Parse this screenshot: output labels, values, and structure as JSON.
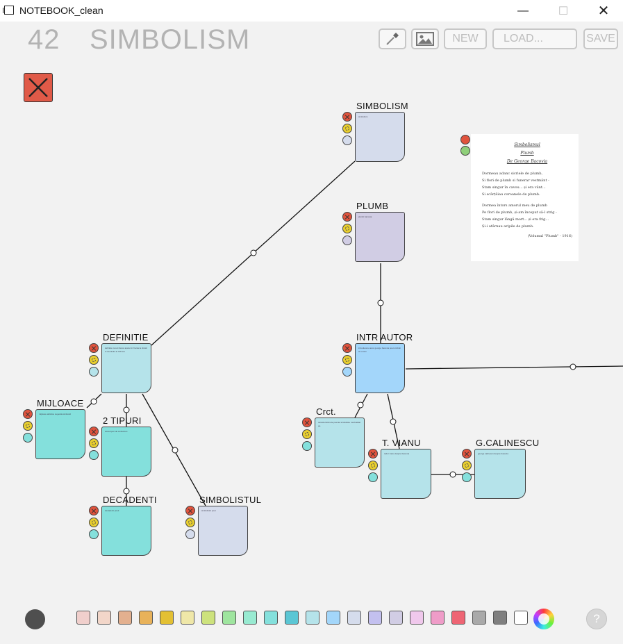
{
  "window": {
    "title": "NOTEBOOK_clean",
    "minimize": "—",
    "maximize": "☐",
    "close": "✕"
  },
  "header": {
    "page_number": "42",
    "page_title": "SIMBOLISM"
  },
  "toolbar": {
    "eyedropper_icon": "eyedropper-icon",
    "image_icon": "image-icon",
    "new_label": "NEW",
    "load_label": "LOAD...",
    "save_label": "SAVE"
  },
  "nodes": {
    "simbolism": {
      "label": "SIMBOLISM",
      "color": "#d5dcec",
      "snippet": "simbolism"
    },
    "plumb": {
      "label": "PLUMB",
      "color": "#d1cde4",
      "snippet": "plumb bacovia"
    },
    "intr_autor": {
      "label": "INTR AUTOR",
      "color": "#a3d6fa",
      "snippet": "introducere autor george bacovia poet simbolist roman"
    },
    "definitie": {
      "label": "DEFINITIE",
      "color": "#b5e3ea",
      "snippet": "definitie curent literar aparut in franta la sfarsitul secolului al XIX-lea"
    },
    "mijloace": {
      "label": "MIJLOACE",
      "color": "#84e0dc",
      "snippet": "mijloace artistice sugestia simbolul"
    },
    "doua_tipuri": {
      "label": "2 TIPURI",
      "color": "#84e0dc",
      "snippet": "doua tipuri de simbolism"
    },
    "decadenti": {
      "label": "DECADENTI",
      "color": "#84e0dc",
      "snippet": "decadenti poeti"
    },
    "simbolistul": {
      "label": "SIMBOLISTUL",
      "color": "#d5dcec",
      "snippet": "simbolistul poet"
    },
    "crct": {
      "label": "Crct.",
      "color": "#b5e3ea",
      "snippet": "caracteristici ale poeziei simboliste muzicalitatea"
    },
    "t_vianu": {
      "label": "T. VIANU",
      "color": "#b5e3ea",
      "snippet": "tudor vianu despre bacovia"
    },
    "g_calinescu": {
      "label": "G.CALINESCU",
      "color": "#b5e3ea",
      "snippet": "george calinescu despre bacovia"
    }
  },
  "image_note": {
    "title1": "Simbolismul",
    "title2": "Plumb",
    "title3": "De George Bacovia",
    "stanza1": [
      "Dormeau adanc sicriele de plumb,",
      "Si flori de plumb si funerar vestmânt -",
      "Stam singur în cavou... și era vânt...",
      "Si scârțâiau coroanele de plumb."
    ],
    "stanza2": [
      "Dormea întors amorul meu de plumb",
      "Pe flori de plumb, și-am început să-l strig -",
      "Stam singur lângă mort... și era frig...",
      "Și-i atârnau aripile de plumb."
    ],
    "footer": "(Volumul \"Plumb\" - 1916)"
  },
  "palette": {
    "colors": [
      "#f0cfcc",
      "#f2d6c9",
      "#e3b08f",
      "#e8b25a",
      "#e3c033",
      "#efe7a8",
      "#cde27d",
      "#9fe59f",
      "#98ead1",
      "#84e0dc",
      "#5bc6d4",
      "#b5e3ea",
      "#a3d6fa",
      "#d5dcec",
      "#c3c0ef",
      "#d1cde4",
      "#f0c8ec",
      "#ef9cc8",
      "#ee6574",
      "#a9a9a9",
      "#7f7f7f",
      "#ffffff"
    ],
    "current_color": "#4f4f4f",
    "help_label": "?"
  }
}
